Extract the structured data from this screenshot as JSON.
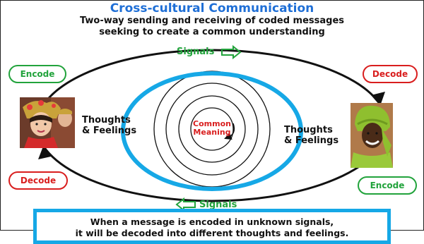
{
  "header": {
    "title": "Cross-cultural Communication",
    "subtitle_line1": "Two-way sending and receiving of coded messages",
    "subtitle_line2": "seeking to create a common understanding"
  },
  "cycle": {
    "signals_top": "Signals",
    "signals_bottom": "Signals",
    "left_encode": "Encode",
    "left_decode": "Decode",
    "right_decode": "Decode",
    "right_encode": "Encode"
  },
  "people": {
    "left_label_line1": "Thoughts",
    "left_label_line2": "& Feelings",
    "right_label_line1": "Thoughts",
    "right_label_line2": "& Feelings"
  },
  "center": {
    "line1": "Common",
    "line2": "Meaning"
  },
  "footer": {
    "line1": "When a message is encoded in unknown signals,",
    "line2": "it will be decoded into different thoughts and feelings."
  },
  "colors": {
    "title_blue": "#1f6fd6",
    "encode_green": "#22a33c",
    "decode_red": "#d91e1e",
    "highlight_cyan": "#16a8e6"
  }
}
